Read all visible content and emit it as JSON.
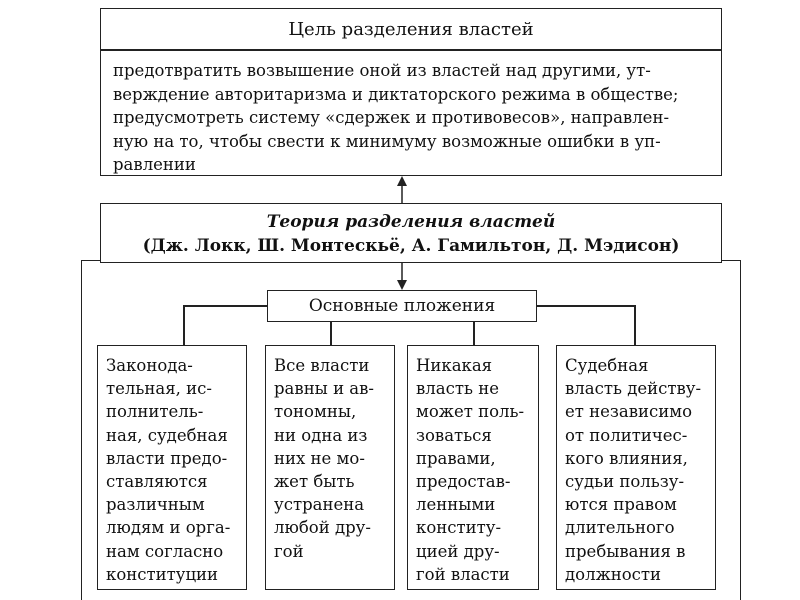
{
  "goal": {
    "title": "Цель разделения властей",
    "text_lines": [
      "предотвратить возвышение оной из властей над другими, ут-",
      "верждение авторитаризма и диктаторского режима в обществе;",
      "предусмотреть систему «сдержек и противовесов», направлен-",
      "ную на то, чтобы свести к минимуму возможные ошибки в уп-",
      "равлении"
    ]
  },
  "theory": {
    "title": "Теория разделения властей",
    "authors": "(Дж. Локк, Ш. Монтескьё, А. Гамильтон, Д. Мэдисон)"
  },
  "principles": {
    "title": "Основные пложения",
    "columns": [
      {
        "lines": [
          "Законода-",
          "тельная, ис-",
          "полнитель-",
          "ная, судебная",
          "власти предо-",
          "ставляются",
          "различным",
          "людям и орга-",
          "нам согласно",
          "конституции"
        ]
      },
      {
        "lines": [
          "Все власти",
          "равны и ав-",
          "тономны,",
          "ни одна из",
          "них не мо-",
          "жет быть",
          "устранена",
          "любой дру-",
          "гой"
        ]
      },
      {
        "lines": [
          "Никакая",
          "власть не",
          "может поль-",
          "зоваться",
          "правами,",
          "предостав-",
          "ленными",
          "конститу-",
          "цией дру-",
          "гой власти"
        ]
      },
      {
        "lines": [
          "Судебная",
          "власть действу-",
          "ет независимо",
          "от политичес-",
          "кого влияния,",
          "судьи пользу-",
          "ются правом",
          "длительного",
          "пребывания в",
          "должности"
        ]
      }
    ]
  }
}
